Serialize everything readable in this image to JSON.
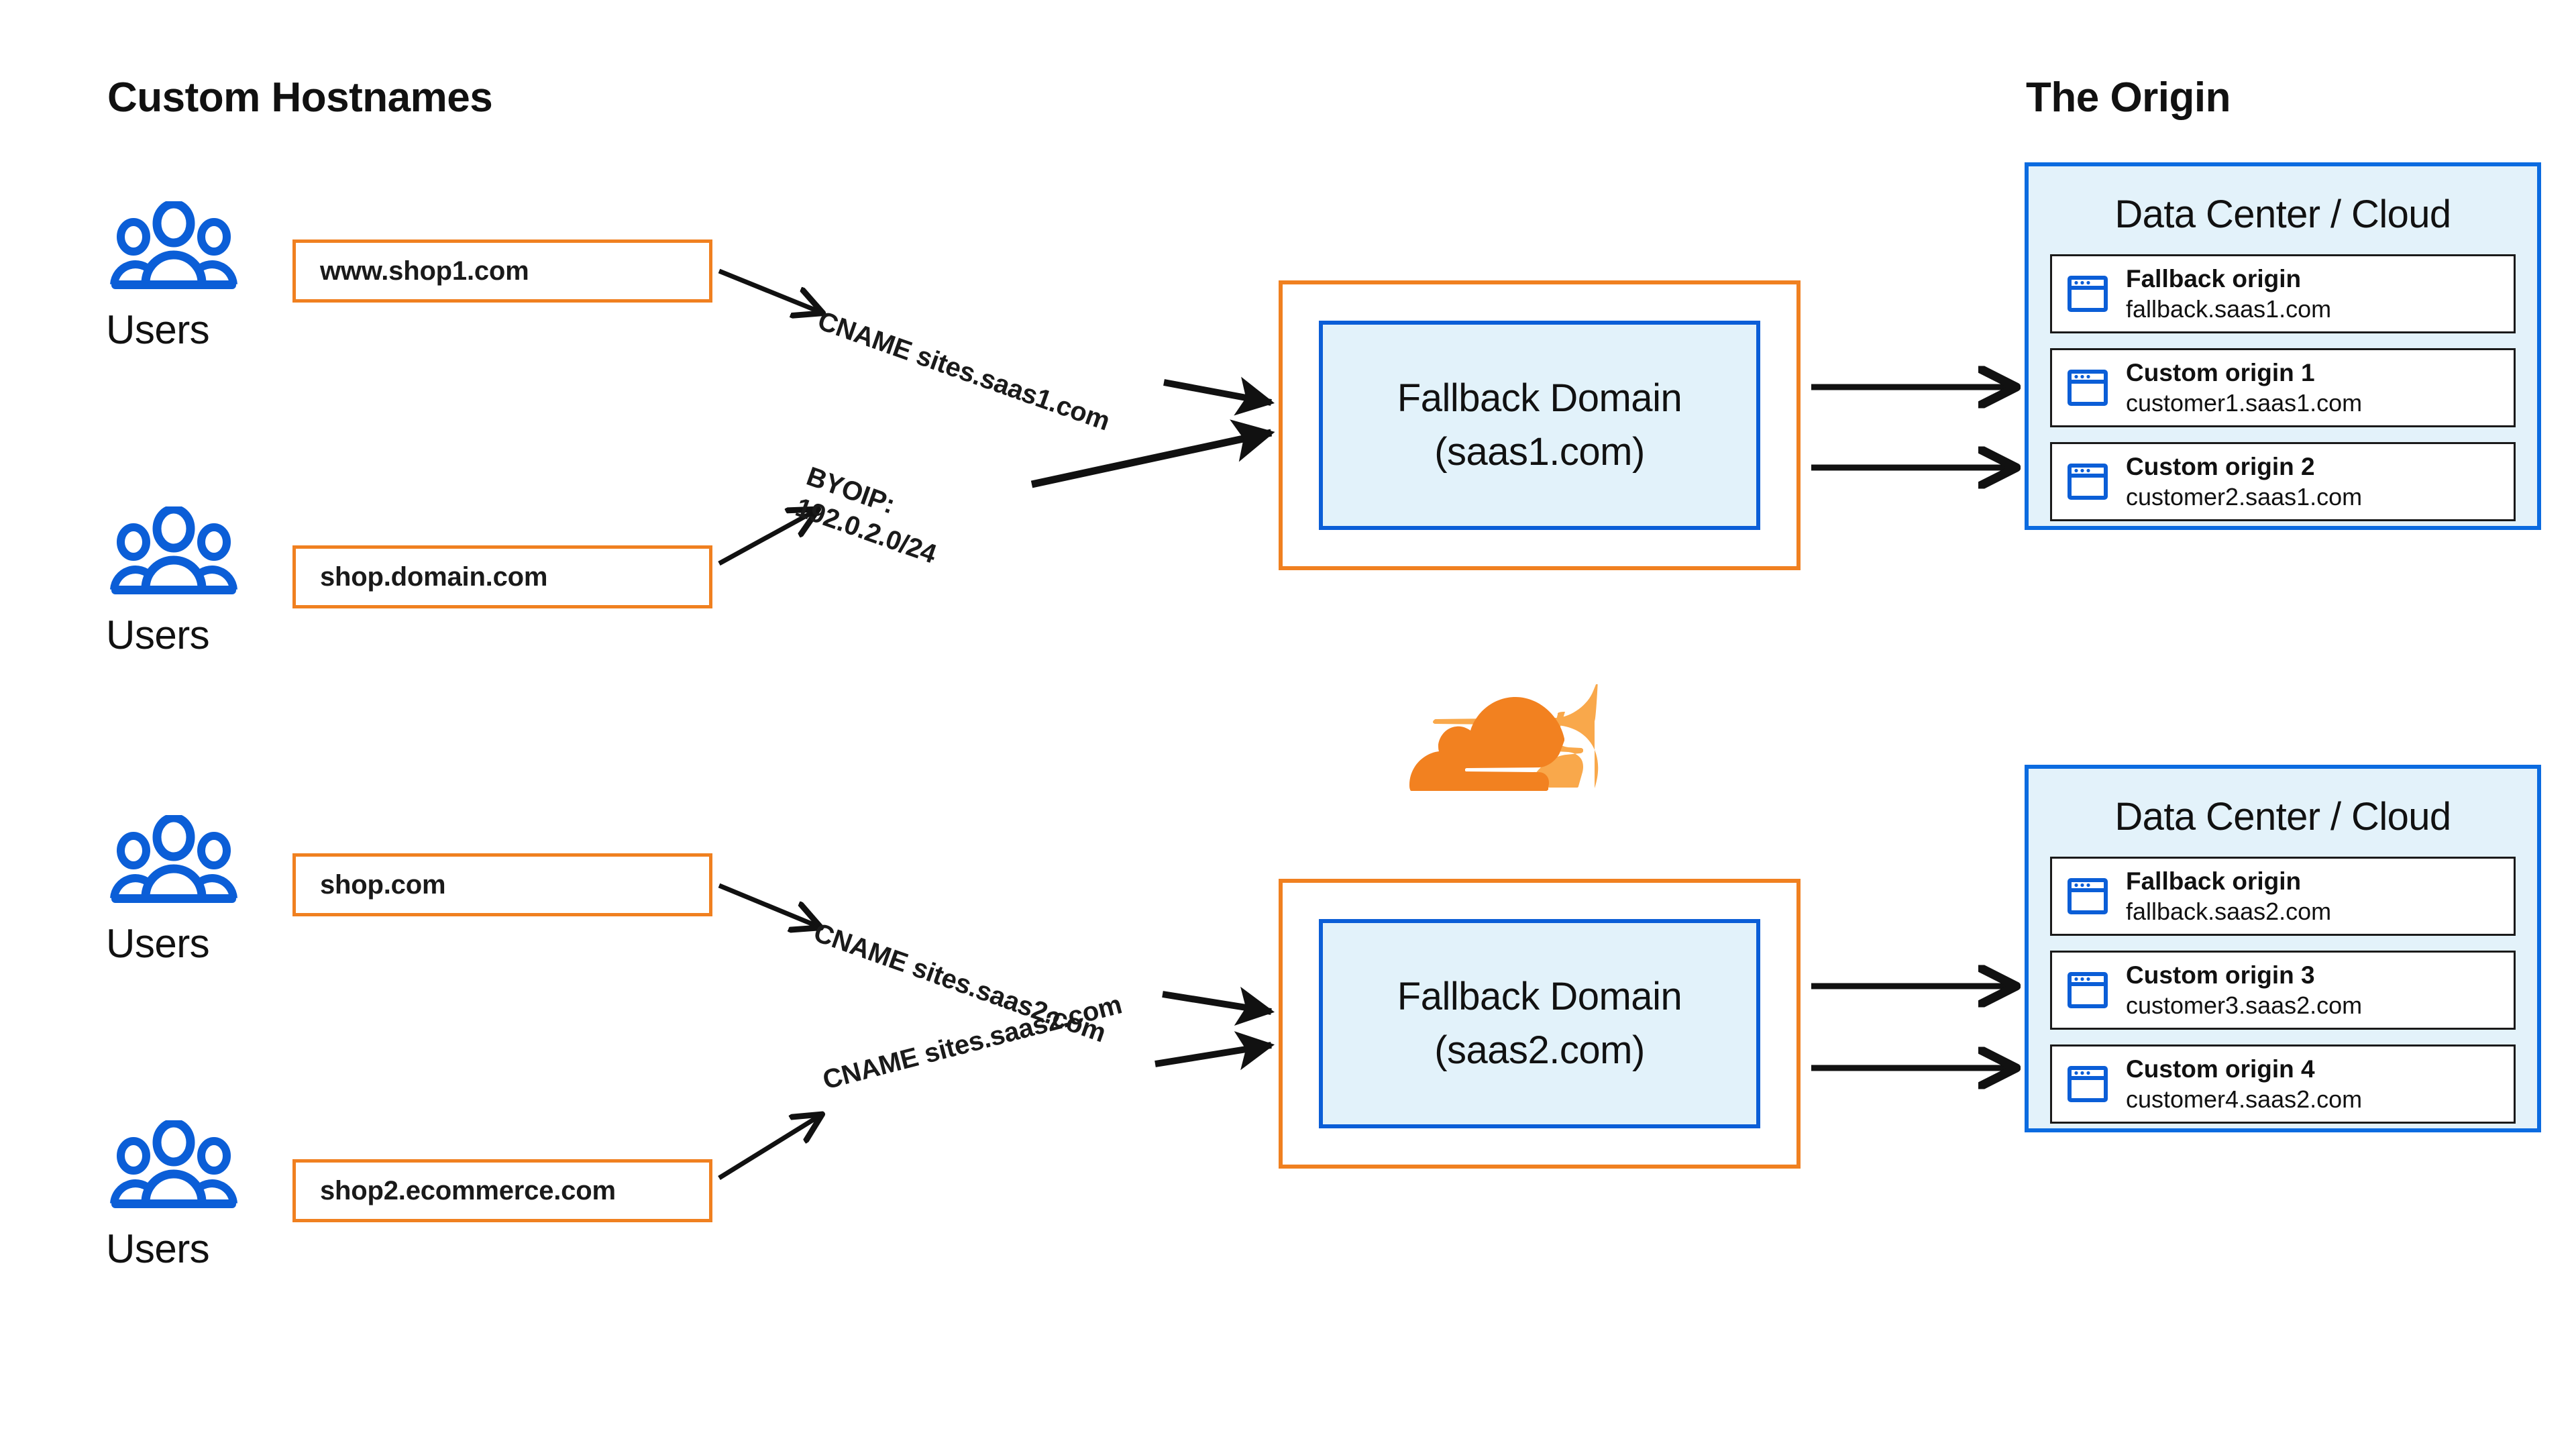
{
  "headings": {
    "left": "Custom Hostnames",
    "right": "The Origin"
  },
  "colors": {
    "orange_border": "#F08020",
    "blue_border": "#0B6BE0",
    "blue_fill": "#E3F2FA",
    "users_icon_blue": "#0B5ED7",
    "cloudflare_orange": "#F28120",
    "cloudflare_light_orange": "#F9A84B",
    "text": "#111111"
  },
  "users": [
    {
      "label": "Users",
      "icon": "users-icon"
    },
    {
      "label": "Users",
      "icon": "users-icon"
    },
    {
      "label": "Users",
      "icon": "users-icon"
    },
    {
      "label": "Users",
      "icon": "users-icon"
    }
  ],
  "hostnames": [
    {
      "value": "www.shop1.com"
    },
    {
      "value": "shop.domain.com"
    },
    {
      "value": "shop.com"
    },
    {
      "value": "shop2.ecommerce.com"
    }
  ],
  "edge_labels": [
    {
      "text": "CNAME sites.saas1.com"
    },
    {
      "line1": "BYOIP:",
      "line2": "192.0.2.0/24"
    },
    {
      "text": "CNAME sites.saas2.com"
    },
    {
      "text": "CNAME sites.saas2.com"
    }
  ],
  "fallback_domains": [
    {
      "line1": "Fallback Domain",
      "line2": "(saas1.com)"
    },
    {
      "line1": "Fallback Domain",
      "line2": "(saas2.com)"
    }
  ],
  "datacenters": [
    {
      "title": "Data Center / Cloud",
      "origins": [
        {
          "title": "Fallback origin",
          "host": "fallback.saas1.com",
          "icon": "browser-window-icon"
        },
        {
          "title": "Custom origin 1",
          "host": "customer1.saas1.com",
          "icon": "browser-window-icon"
        },
        {
          "title": "Custom origin 2",
          "host": "customer2.saas1.com",
          "icon": "browser-window-icon"
        }
      ]
    },
    {
      "title": "Data Center / Cloud",
      "origins": [
        {
          "title": "Fallback origin",
          "host": "fallback.saas2.com",
          "icon": "browser-window-icon"
        },
        {
          "title": "Custom origin 3",
          "host": "customer3.saas2.com",
          "icon": "browser-window-icon"
        },
        {
          "title": "Custom origin 4",
          "host": "customer4.saas2.com",
          "icon": "browser-window-icon"
        }
      ]
    }
  ],
  "logo": {
    "name": "cloudflare-logo"
  }
}
